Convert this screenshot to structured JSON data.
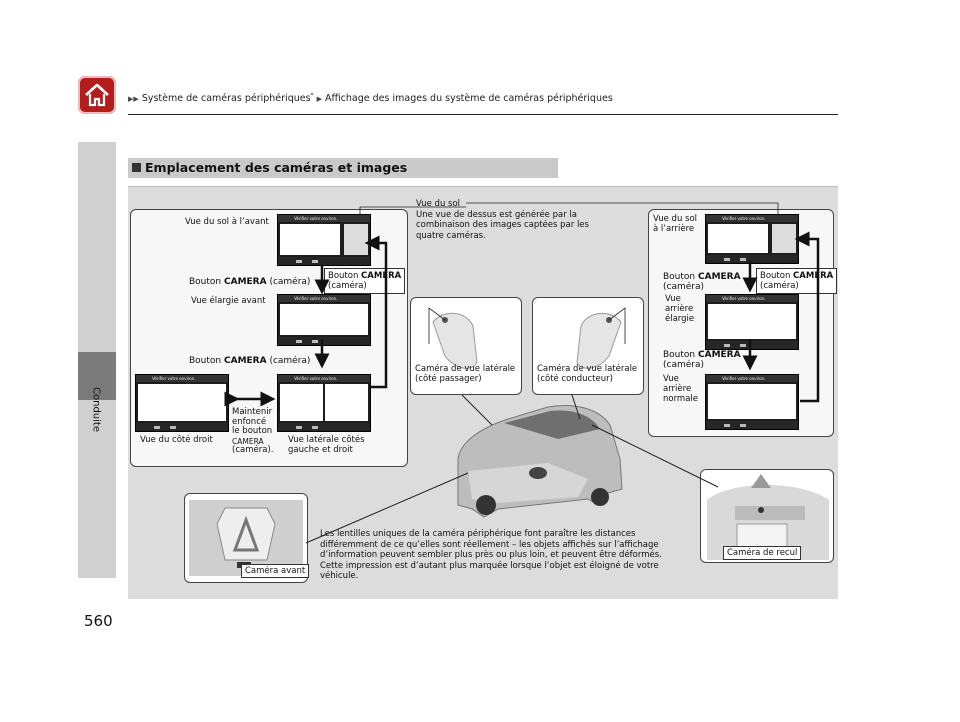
{
  "header": {
    "breadcrumb_1": "Système de caméras périphériques",
    "breadcrumb_asterisk": "*",
    "breadcrumb_2": "Affichage des images du système de caméras périphériques"
  },
  "sidebar": {
    "label": "Conduite"
  },
  "page_number": "560",
  "section": {
    "title": "Emplacement des caméras et images"
  },
  "screen_header_text": "Vérifier votre environ.",
  "front_group": {
    "ground_front": "Vue du sol à l’avant",
    "camera_btn_1_prefix": "Bouton ",
    "camera_btn_1_bold": "CAMERA",
    "camera_btn_1_suffix": " (caméra)",
    "wide_front": "Vue élargie avant",
    "camera_btn_2_prefix": "Bouton ",
    "camera_btn_2_bold": "CAMERA",
    "camera_btn_2_suffix": " (caméra)",
    "return_btn_prefix": "Bouton ",
    "return_btn_bold": "CAMERA",
    "return_btn_line2": "(caméra)",
    "right_side": "Vue du côté droit",
    "hold_line1": "Maintenir",
    "hold_line2": "enfoncé",
    "hold_line3": "le bouton",
    "hold_line4": "CAMERA",
    "hold_line5": "(caméra).",
    "both_sides_line1": "Vue latérale côtés",
    "both_sides_line2": "gauche et droit"
  },
  "ground_view": {
    "title": "Vue du sol",
    "desc_line1": "Une vue de dessus est générée par la",
    "desc_line2": "combinaison des images captées par les",
    "desc_line3": "quatre caméras."
  },
  "mirrors": {
    "passenger_line1": "Caméra de vue latérale",
    "passenger_line2": "(côté passager)",
    "driver_line1": "Caméra de vue latérale",
    "driver_line2": "(côté conducteur)"
  },
  "rear_group": {
    "ground_rear_line1": "Vue du sol",
    "ground_rear_line2": "à l’arrière",
    "btn1_prefix": "Bouton ",
    "btn1_bold": "CAMERA",
    "btn1_line2": "(caméra)",
    "return_btn_prefix": "Bouton ",
    "return_btn_bold": "CAMERA",
    "return_btn_line2": "(caméra)",
    "wide_rear_line1": "Vue",
    "wide_rear_line2": "arrière",
    "wide_rear_line3": "élargie",
    "btn2_prefix": "Bouton ",
    "btn2_bold": "CAMERA",
    "btn2_line2": "(caméra)",
    "normal_rear_line1": "Vue",
    "normal_rear_line2": "arrière",
    "normal_rear_line3": "normale"
  },
  "front_camera": {
    "label": "Caméra avant"
  },
  "rear_camera": {
    "label": "Caméra de recul"
  },
  "note": {
    "line1": "Les lentilles uniques de la caméra périphérique font paraître les distances",
    "line2": "différemment de ce qu’elles sont réellement – les objets affichés sur l’affichage",
    "line3": "d’information peuvent sembler plus près ou plus loin, et peuvent être déformés.",
    "line4": "Cette impression est d’autant plus marquée lorsque l’objet est éloigné de votre",
    "line5": "véhicule."
  },
  "colors": {
    "home_red": "#b51d1d",
    "panel_bg": "#f7f7f7",
    "stage_bg": "#dcdcdc"
  },
  "icons": {
    "home": "home-icon",
    "arrow": "triangle-arrow-icon"
  }
}
